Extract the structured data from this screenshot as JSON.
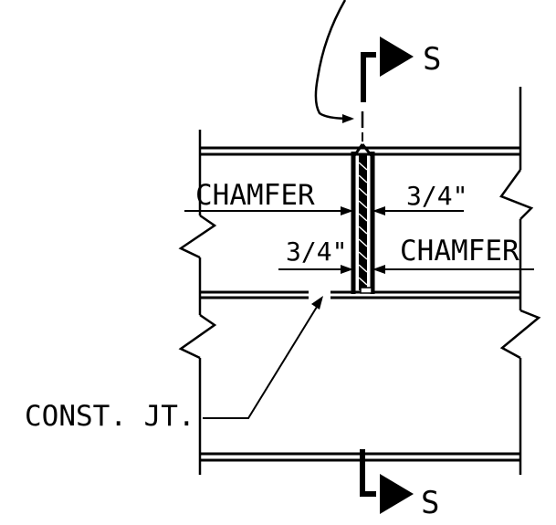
{
  "labels": {
    "section_top": "S",
    "section_bottom": "S",
    "chamfer_upper": "CHAMFER",
    "chamfer_lower": "CHAMFER",
    "dim_upper": "3/4\"",
    "dim_lower": "3/4\"",
    "const_joint": "CONST. JT."
  },
  "colors": {
    "line": "#000000",
    "background": "#ffffff"
  }
}
